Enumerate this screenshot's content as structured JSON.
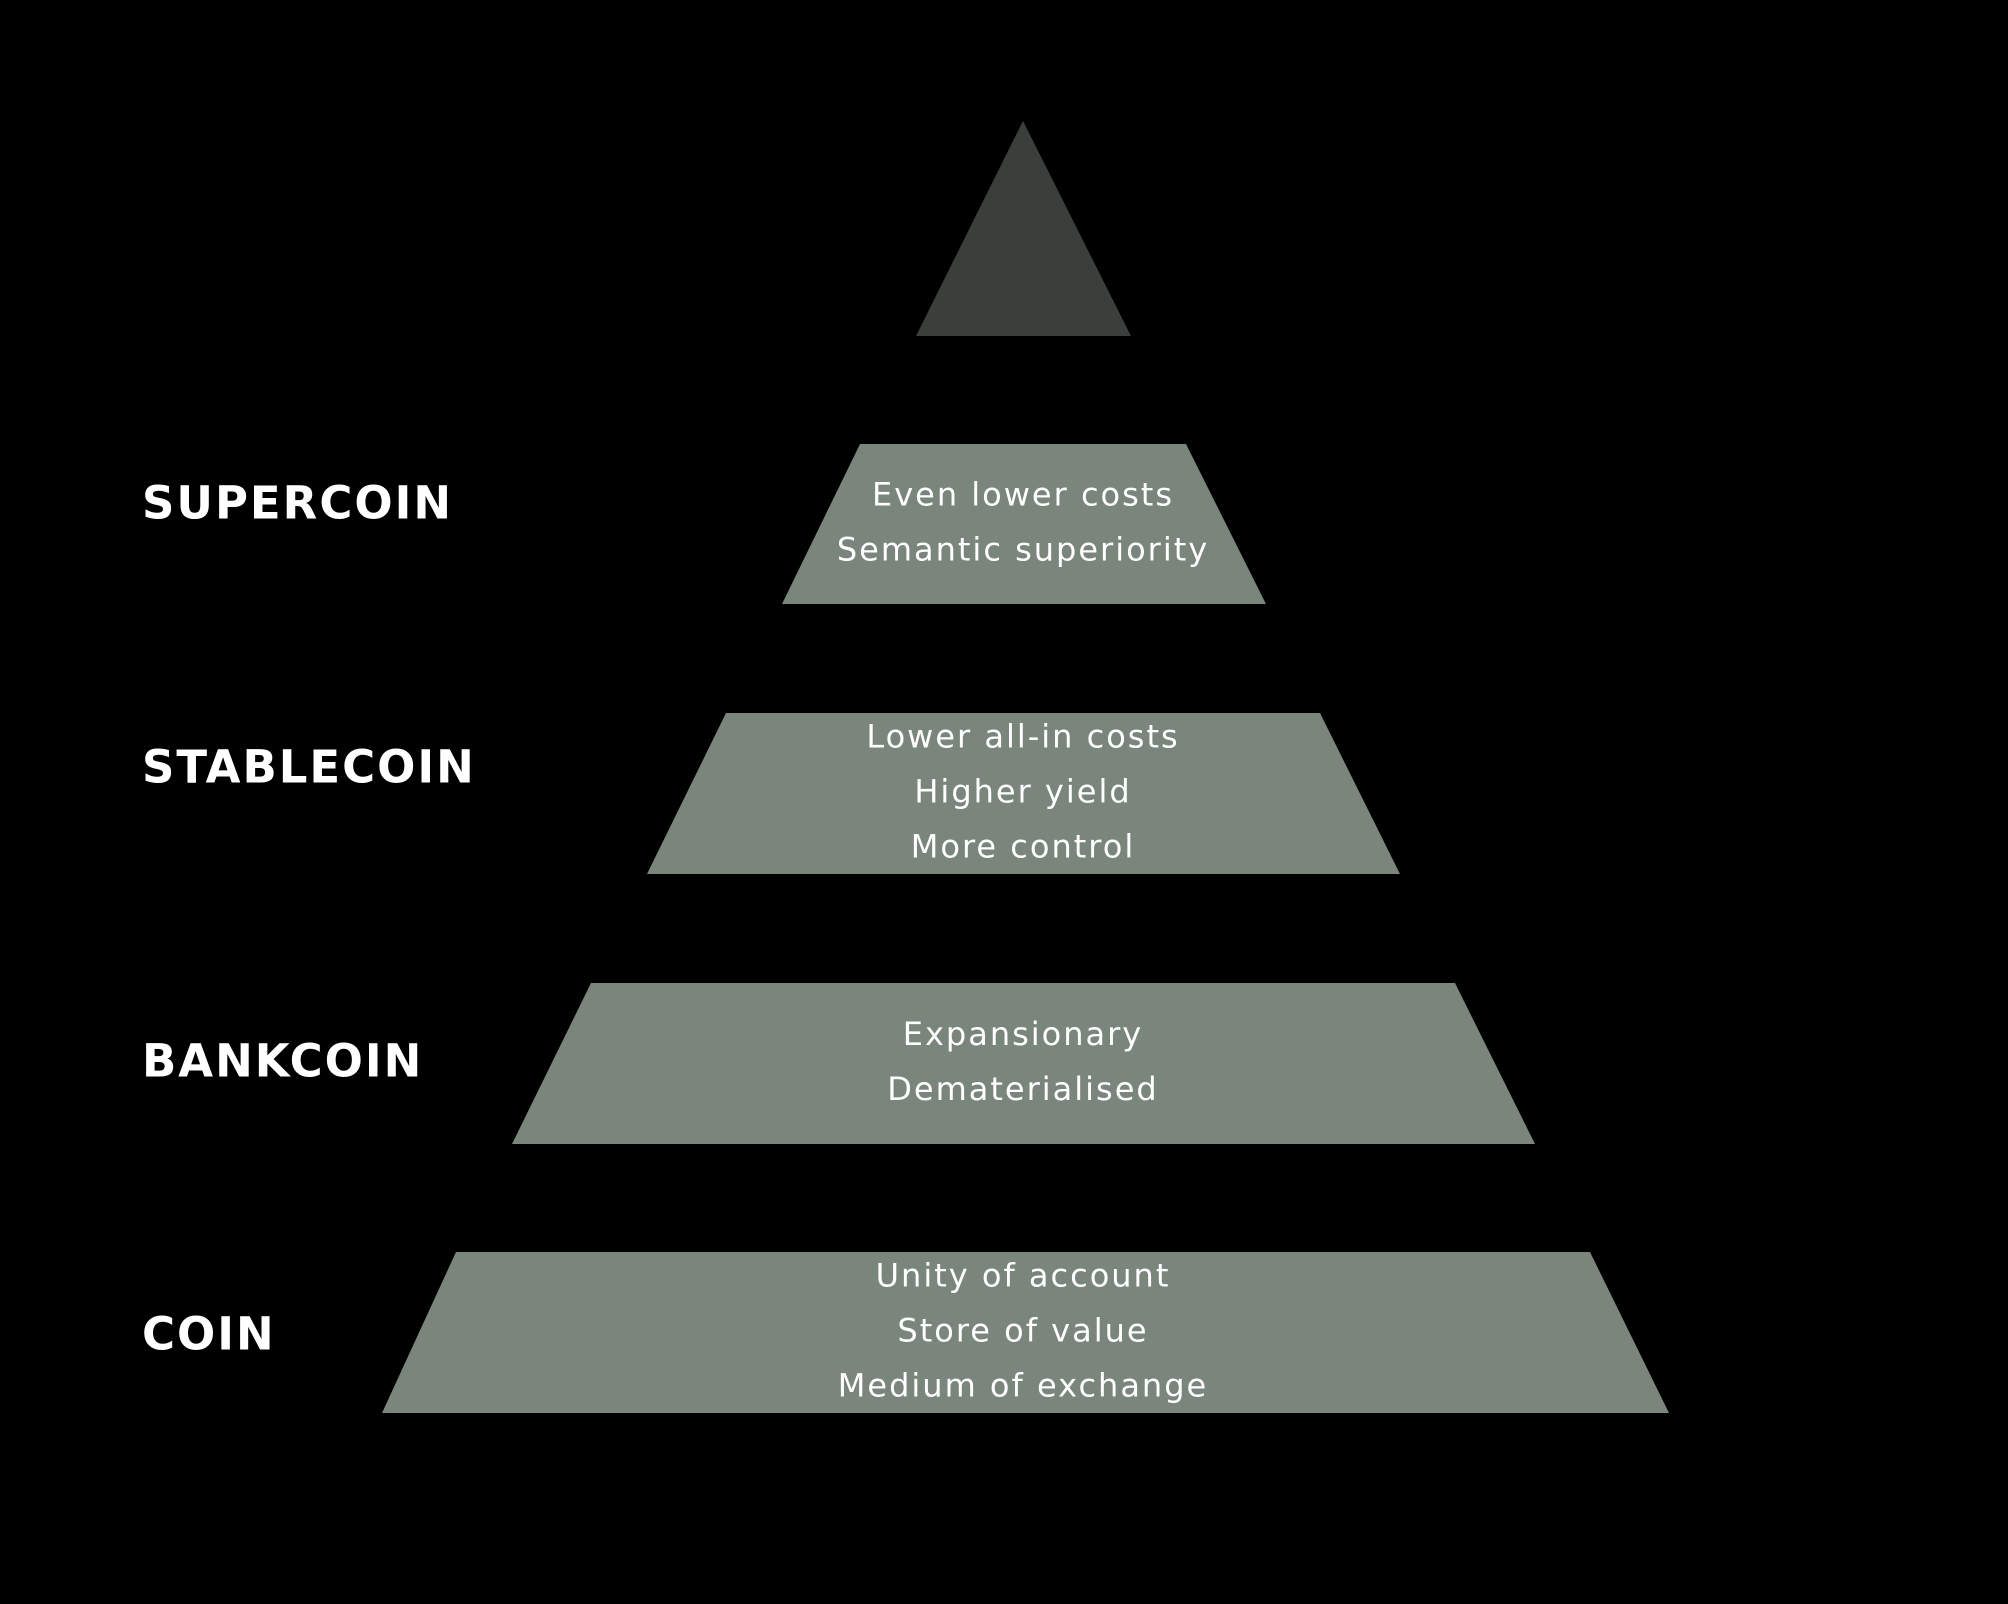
{
  "colors": {
    "background": "#000000",
    "apex": "#3a3f3b",
    "tier": "#7a857b",
    "label": "#ffffff",
    "tier_text": "#ffffff"
  },
  "levels": [
    {
      "id": "supercoin",
      "label": "SUPERCOIN",
      "lines": [
        "Even lower costs",
        "Semantic superiority"
      ]
    },
    {
      "id": "stablecoin",
      "label": "STABLECOIN",
      "lines": [
        "Lower all-in costs",
        "Higher yield",
        "More control"
      ]
    },
    {
      "id": "bankcoin",
      "label": "BANKCOIN",
      "lines": [
        "Expansionary",
        "Dematerialised"
      ]
    },
    {
      "id": "coin",
      "label": "COIN",
      "lines": [
        "Unity of account",
        "Store of value",
        "Medium of exchange"
      ]
    }
  ]
}
